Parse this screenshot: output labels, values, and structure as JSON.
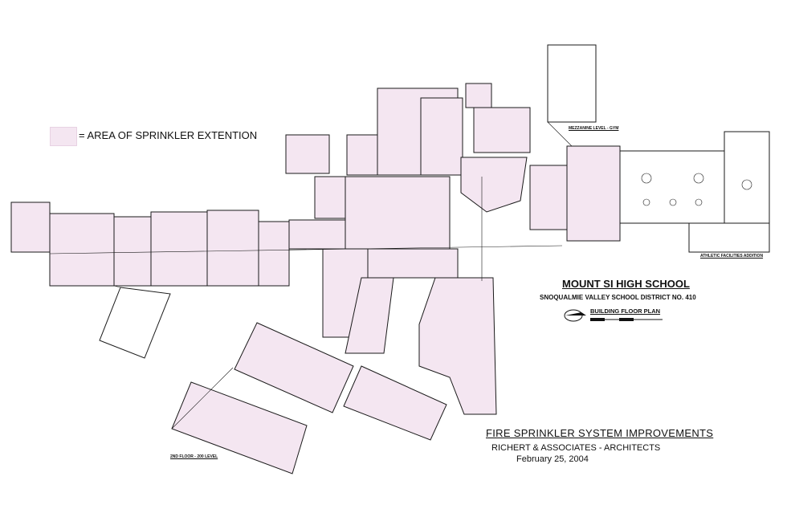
{
  "legend": {
    "swatch_color": "#f4e6f1",
    "text": "= AREA OF SPRINKLER EXTENTION"
  },
  "title_block": {
    "school": "MOUNT SI HIGH SCHOOL",
    "district": "SNOQUALMIE VALLEY SCHOOL DISTRICT NO. 410",
    "plan_label": "BUILDING FLOOR PLAN",
    "project": "FIRE SPRINKLER SYSTEM  IMPROVEMENTS",
    "architect": "RICHERT & ASSOCIATES - ARCHITECTS",
    "date": "February 25, 2004"
  },
  "labels": {
    "mezzanine": "MEZZANINE LEVEL - GYM",
    "athletic": "ATHLETIC FACILITIES ADDITION",
    "second_floor": "2ND FLOOR - 200 LEVEL"
  },
  "colors": {
    "sprinkler_fill": "#f4e6f1",
    "line": "#1a1a1a"
  }
}
